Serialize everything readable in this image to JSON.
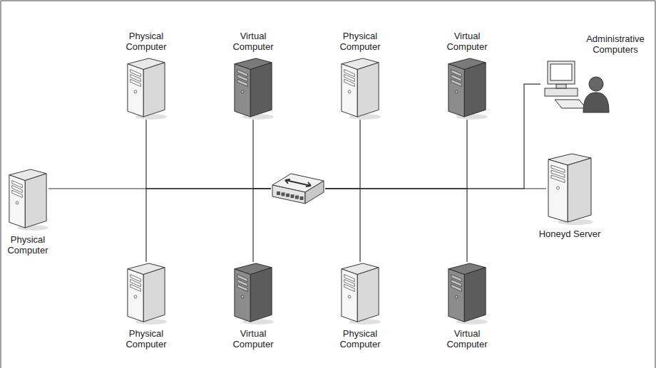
{
  "diagram": {
    "nodes": [
      {
        "text": [
          "Physical Computer"
        ]
      },
      {
        "text": [
          "Virtual Computer"
        ]
      },
      {
        "text": [
          "Physical Computer"
        ]
      },
      {
        "text": [
          "Virtual Computer"
        ]
      },
      {
        "text": [
          "Administrative Computers"
        ]
      },
      {
        "text": [
          "Physical Computer"
        ]
      },
      {
        "text": []
      },
      {
        "text": [
          "Honeyd Server"
        ]
      },
      {
        "text": [
          "Physical Computer"
        ]
      },
      {
        "text": [
          "Virtual Computer"
        ]
      },
      {
        "text": [
          "Physical Computer"
        ]
      },
      {
        "text": [
          "Virtual Computer"
        ]
      }
    ],
    "edges": [
      {
        "from": 0,
        "to": 6,
        "arrow": "none"
      },
      {
        "from": 1,
        "to": 6,
        "arrow": "none"
      },
      {
        "from": 2,
        "to": 6,
        "arrow": "none"
      },
      {
        "from": 3,
        "to": 6,
        "arrow": "none"
      },
      {
        "from": 4,
        "to": 6,
        "arrow": "none"
      },
      {
        "from": 5,
        "to": 6,
        "arrow": "none"
      },
      {
        "from": 7,
        "to": 6,
        "arrow": "none"
      },
      {
        "from": 8,
        "to": 6,
        "arrow": "none"
      },
      {
        "from": 9,
        "to": 6,
        "arrow": "none"
      },
      {
        "from": 10,
        "to": 6,
        "arrow": "none"
      },
      {
        "from": 11,
        "to": 6,
        "arrow": "none"
      }
    ]
  }
}
